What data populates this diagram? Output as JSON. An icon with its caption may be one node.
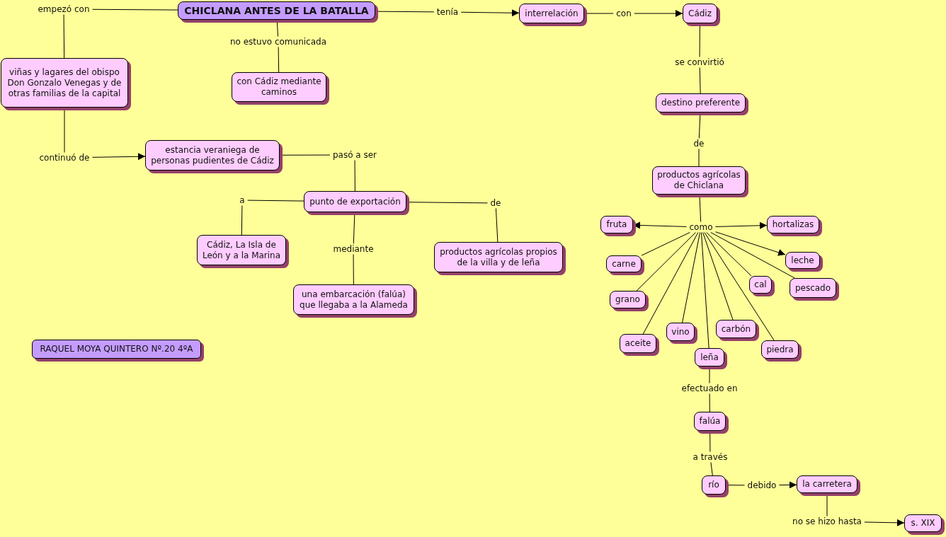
{
  "diagram": {
    "nodes": [
      {
        "text": [
          "CHICLANA ANTES DE LA BATALLA"
        ]
      },
      {
        "text": [
          "empezó con"
        ]
      },
      {
        "text": [
          "tenía"
        ]
      },
      {
        "text": [
          "no estuvo comunicada"
        ]
      },
      {
        "text": [
          "viñas y lagares del obispo Don Gonzalo Venegas y de otras familias de la capital"
        ]
      },
      {
        "text": [
          "con Cádiz mediante caminos"
        ]
      },
      {
        "text": [
          "interrelación"
        ]
      },
      {
        "text": [
          "con"
        ]
      },
      {
        "text": [
          "Cádiz"
        ]
      },
      {
        "text": [
          "continuó de"
        ]
      },
      {
        "text": [
          "estancia veraniega de personas pudientes de Cádiz"
        ]
      },
      {
        "text": [
          "pasó a ser"
        ]
      },
      {
        "text": [
          "punto de exportación"
        ]
      },
      {
        "text": [
          "se convirtió"
        ]
      },
      {
        "text": [
          "destino preferente"
        ]
      },
      {
        "text": [
          "de"
        ]
      },
      {
        "text": [
          "productos agrícolas de Chiclana"
        ]
      },
      {
        "text": [
          "a"
        ]
      },
      {
        "text": [
          "de"
        ]
      },
      {
        "text": [
          "mediante"
        ]
      },
      {
        "text": [
          "Cádiz, La Isla de León y a la Marina"
        ]
      },
      {
        "text": [
          "productos agrícolas propios de la villa y de leña"
        ]
      },
      {
        "text": [
          "una embarcación (falúa) que llegaba a la Alameda"
        ]
      },
      {
        "text": [
          "como"
        ]
      },
      {
        "text": [
          "fruta"
        ]
      },
      {
        "text": [
          "hortalizas"
        ]
      },
      {
        "text": [
          "carne"
        ]
      },
      {
        "text": [
          "leche"
        ]
      },
      {
        "text": [
          "cal"
        ]
      },
      {
        "text": [
          "pescado"
        ]
      },
      {
        "text": [
          "grano"
        ]
      },
      {
        "text": [
          "vino"
        ]
      },
      {
        "text": [
          "carbón"
        ]
      },
      {
        "text": [
          "aceite"
        ]
      },
      {
        "text": [
          "piedra"
        ]
      },
      {
        "text": [
          "leña"
        ]
      },
      {
        "text": [
          "efectuado en"
        ]
      },
      {
        "text": [
          "falúa"
        ]
      },
      {
        "text": [
          "a través"
        ]
      },
      {
        "text": [
          "río"
        ]
      },
      {
        "text": [
          "debido"
        ]
      },
      {
        "text": [
          "la carretera"
        ]
      },
      {
        "text": [
          "no se hizo hasta"
        ]
      },
      {
        "text": [
          "s. XIX"
        ]
      },
      {
        "text": [
          "RAQUEL MOYA QUINTERO Nº.20 4ºA"
        ]
      }
    ],
    "edges": [
      {
        "from": 0,
        "to": 1,
        "arrow": "none"
      },
      {
        "from": 1,
        "to": 4,
        "arrow": "none"
      },
      {
        "from": 0,
        "to": 2,
        "arrow": "none"
      },
      {
        "from": 2,
        "to": 6,
        "arrow": "to"
      },
      {
        "from": 0,
        "to": 3,
        "arrow": "none"
      },
      {
        "from": 3,
        "to": 5,
        "arrow": "none"
      },
      {
        "from": 6,
        "to": 7,
        "arrow": "none"
      },
      {
        "from": 7,
        "to": 8,
        "arrow": "to"
      },
      {
        "from": 4,
        "to": 9,
        "arrow": "none"
      },
      {
        "from": 9,
        "to": 10,
        "arrow": "to"
      },
      {
        "from": 8,
        "to": 13,
        "arrow": "none"
      },
      {
        "from": 13,
        "to": 14,
        "arrow": "none"
      },
      {
        "from": 10,
        "to": 11,
        "arrow": "none"
      },
      {
        "from": 11,
        "to": 12,
        "arrow": "none"
      },
      {
        "from": 14,
        "to": 15,
        "arrow": "none"
      },
      {
        "from": 15,
        "to": 16,
        "arrow": "none"
      },
      {
        "from": 12,
        "to": 17,
        "arrow": "none"
      },
      {
        "from": 17,
        "to": 20,
        "arrow": "none"
      },
      {
        "from": 12,
        "to": 18,
        "arrow": "none"
      },
      {
        "from": 18,
        "to": 21,
        "arrow": "none"
      },
      {
        "from": 12,
        "to": 19,
        "arrow": "none"
      },
      {
        "from": 19,
        "to": 22,
        "arrow": "none"
      },
      {
        "from": 16,
        "to": 23,
        "arrow": "none"
      },
      {
        "from": 23,
        "to": 24,
        "arrow": "to"
      },
      {
        "from": 23,
        "to": 25,
        "arrow": "to"
      },
      {
        "from": 23,
        "to": 26,
        "arrow": "none"
      },
      {
        "from": 23,
        "to": 27,
        "arrow": "to"
      },
      {
        "from": 23,
        "to": 28,
        "arrow": "none"
      },
      {
        "from": 23,
        "to": 29,
        "arrow": "none"
      },
      {
        "from": 23,
        "to": 30,
        "arrow": "none"
      },
      {
        "from": 23,
        "to": 31,
        "arrow": "none"
      },
      {
        "from": 23,
        "to": 32,
        "arrow": "none"
      },
      {
        "from": 23,
        "to": 33,
        "arrow": "none"
      },
      {
        "from": 23,
        "to": 34,
        "arrow": "none"
      },
      {
        "from": 23,
        "to": 35,
        "arrow": "none"
      },
      {
        "from": 35,
        "to": 36,
        "arrow": "none"
      },
      {
        "from": 36,
        "to": 37,
        "arrow": "none"
      },
      {
        "from": 37,
        "to": 38,
        "arrow": "none"
      },
      {
        "from": 38,
        "to": 39,
        "arrow": "none"
      },
      {
        "from": 39,
        "to": 40,
        "arrow": "none"
      },
      {
        "from": 40,
        "to": 41,
        "arrow": "to"
      },
      {
        "from": 41,
        "to": 42,
        "arrow": "none"
      },
      {
        "from": 42,
        "to": 43,
        "arrow": "to"
      }
    ]
  }
}
